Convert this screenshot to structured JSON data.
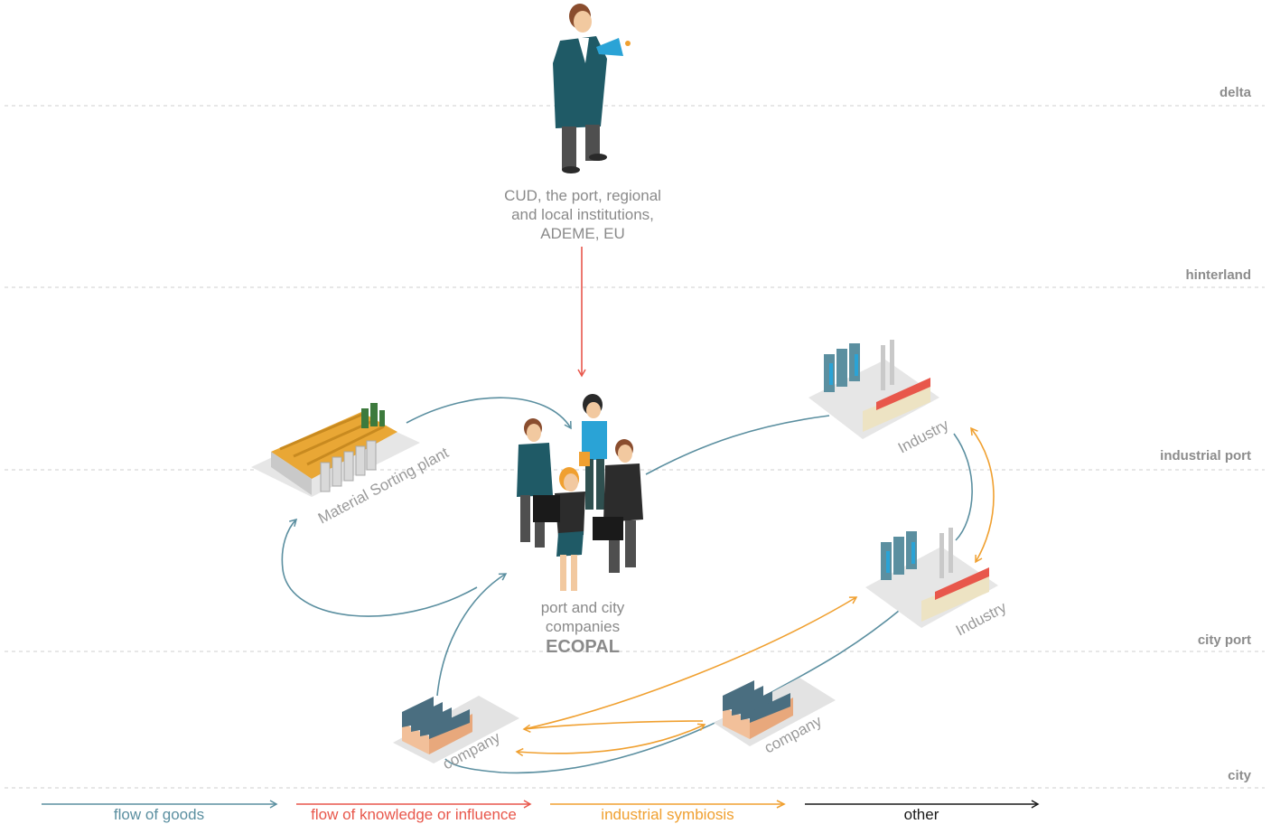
{
  "levels": [
    "delta",
    "hinterland",
    "industrial port",
    "city port",
    "city"
  ],
  "institutions_label": [
    "CUD, the port, regional",
    "and local institutions,",
    "ADEME, EU"
  ],
  "ecopal_label": [
    "port and city",
    "companies"
  ],
  "ecopal_name": "ECOPAL",
  "nodes": {
    "sorting_plant": "Material Sorting plant",
    "industry_top": "Industry",
    "industry_bottom": "Industry",
    "company_left": "company",
    "company_right": "company"
  },
  "legend": [
    {
      "label": "flow of goods",
      "color": "#5b8fa0"
    },
    {
      "label": "flow of knowledge or influence",
      "color": "#e8574b"
    },
    {
      "label": "industrial symbiosis",
      "color": "#f0a030"
    },
    {
      "label": "other",
      "color": "#1a1a1a"
    }
  ],
  "colors": {
    "goods": "#5b8fa0",
    "knowledge": "#e8574b",
    "symbiosis": "#f0a030",
    "other": "#1a1a1a"
  }
}
